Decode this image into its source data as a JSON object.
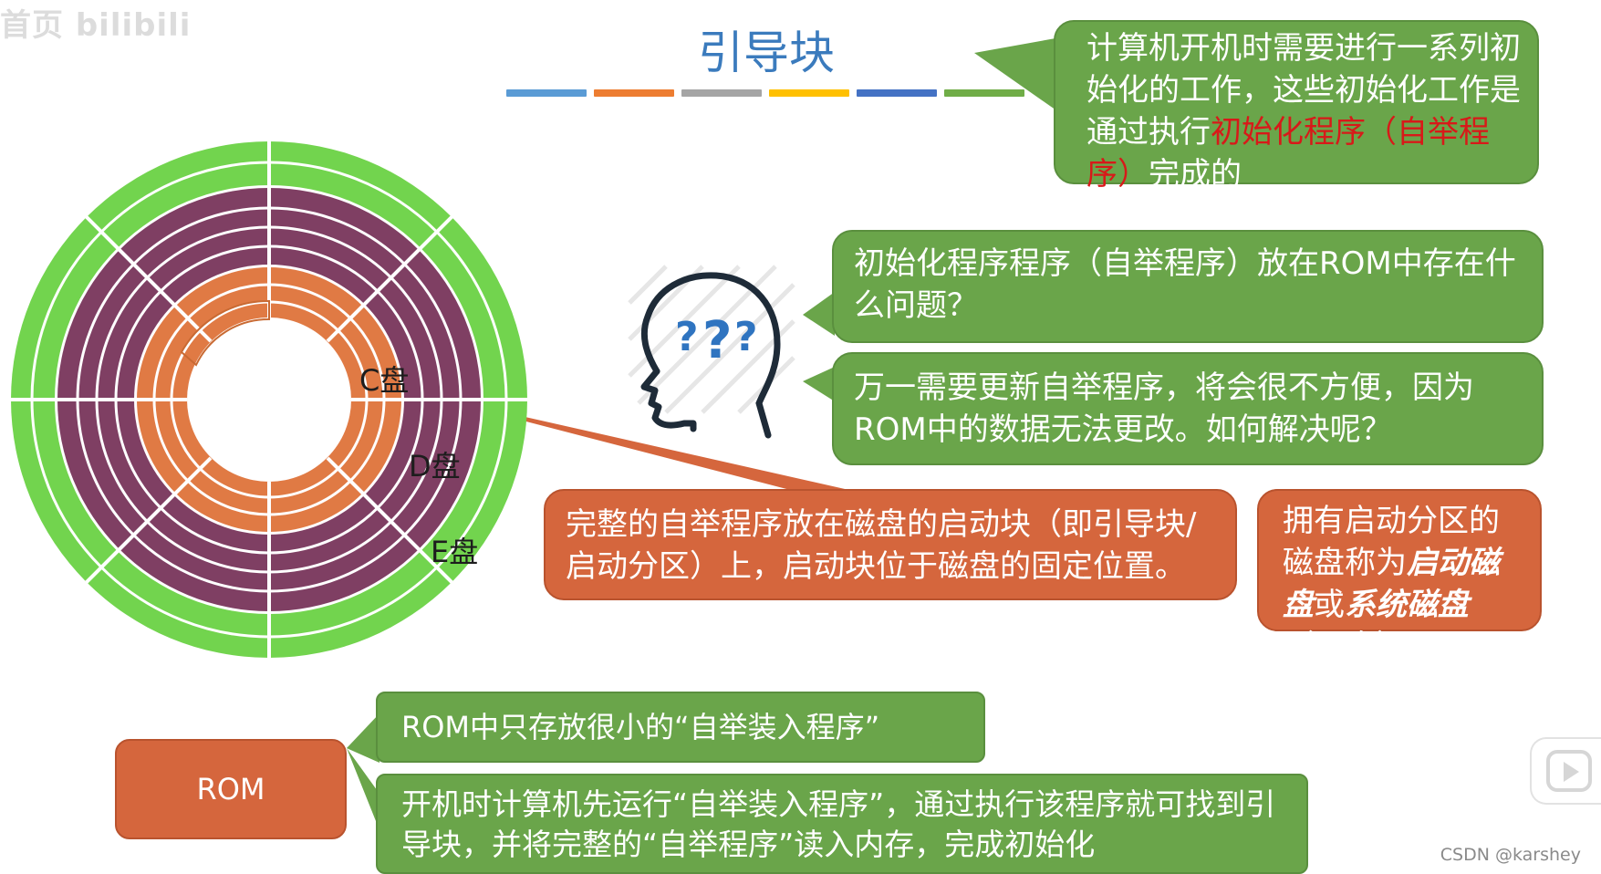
{
  "watermark": "首页 bilibili",
  "title": "引导块",
  "colors": {
    "accent_bars": [
      "#5a9bd5",
      "#ed7d31",
      "#a5a5a5",
      "#ffc000",
      "#4472c4",
      "#70ad47"
    ],
    "green_bubble": "#6aa54a",
    "orange_bubble": "#d5663d",
    "disk_green": "#72d44e",
    "disk_purple": "#7f3f63",
    "disk_orange": "#e07a44",
    "highlight_red": "#d81919",
    "title_blue": "#3b7bbd"
  },
  "bubble_top": {
    "pre": "计算机开机时需要进行一系列初始化的工作，这些初始化工作是通过执行",
    "highlight": "初始化程序（自举程序）",
    "post": "完成的"
  },
  "question_1": "初始化程序程序（自举程序）放在ROM中存在什么问题？",
  "question_2": "万一需要更新自举程序，将会很不方便，因为ROM中的数据无法更改。如何解决呢？",
  "answer_boot": "完整的自举程序放在磁盘的启动块（即引导块/启动分区）上，启动块位于磁盘的固定位置。",
  "boot_disk": {
    "pre": "拥有启动分区的磁盘称为",
    "term_1": "启动磁盘",
    "mid": "或",
    "term_2": "系统磁盘",
    "post": "（C:盘）"
  },
  "disk_labels": {
    "c": "C盘",
    "d": "D盘",
    "e": "E盘"
  },
  "thinking_icon": "head-question-icon",
  "rom_label": "ROM",
  "rom_note_1": "ROM中只存放很小的“自举装入程序”",
  "rom_note_2": "开机时计算机先运行“自举装入程序”，通过执行该程序就可找到引导块，并将完整的“自举程序”读入内存，完成初始化",
  "footer": "CSDN @karshey"
}
